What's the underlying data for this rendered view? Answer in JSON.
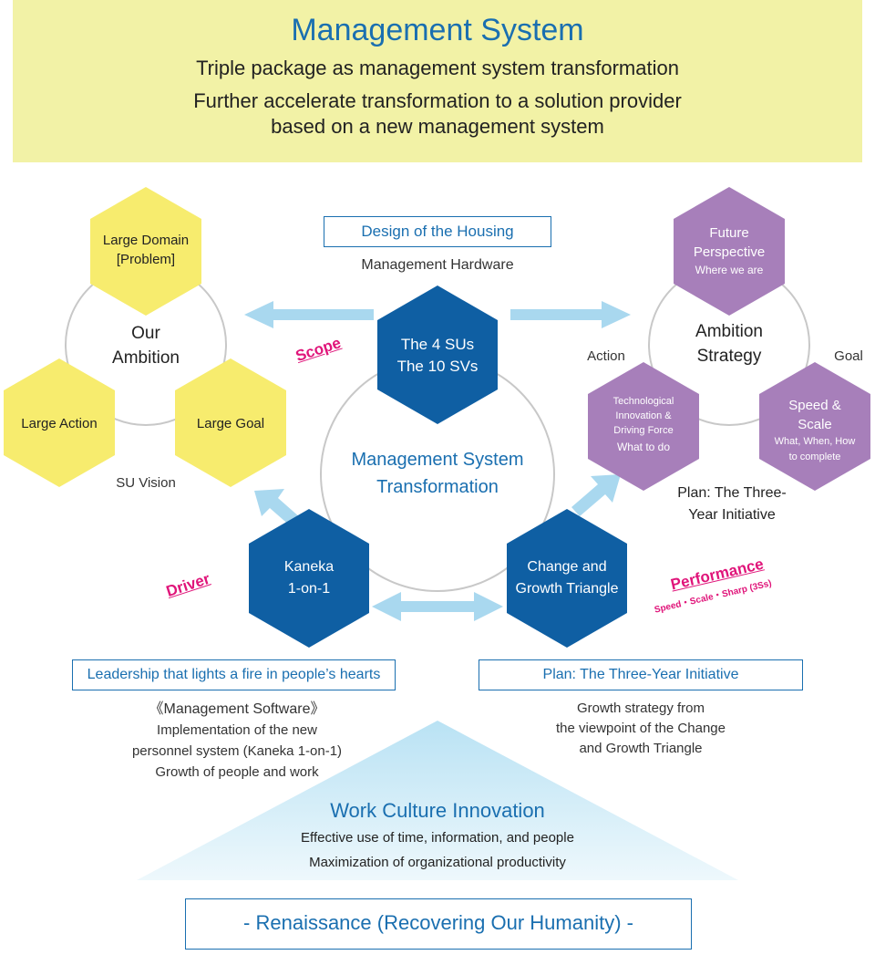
{
  "header": {
    "title": "Management System",
    "subtitle": "Triple package as management system transformation",
    "subtitle2_line1": "Further accelerate transformation to a solution provider",
    "subtitle2_line2": "based on a new management system"
  },
  "top_box": {
    "label": "Design of the Housing",
    "caption": "Management Hardware"
  },
  "center": {
    "hex_line1": "The 4 SUs",
    "hex_line2": "The 10 SVs",
    "circle_line1": "Management System",
    "circle_line2": "Transformation",
    "scope": "Scope"
  },
  "left_cluster": {
    "circle_line1": "Our",
    "circle_line2": "Ambition",
    "hex_top_line1": "Large Domain",
    "hex_top_line2": "[Problem]",
    "hex_left": "Large Action",
    "hex_right": "Large Goal",
    "caption": "SU Vision"
  },
  "right_cluster": {
    "circle_line1": "Ambition",
    "circle_line2": "Strategy",
    "hex_top_line1": "Future",
    "hex_top_line2": "Perspective",
    "hex_top_line3": "Where we are",
    "hex_left_line1": "Technological",
    "hex_left_line2": "Innovation &",
    "hex_left_line3": "Driving Force",
    "hex_left_line4": "What to do",
    "hex_right_line1": "Speed &",
    "hex_right_line2": "Scale",
    "hex_right_line3": "What, When, How",
    "hex_right_line4": "to complete",
    "action": "Action",
    "goal": "Goal",
    "plan_line1": "Plan: The Three-",
    "plan_line2": "Year Initiative"
  },
  "bottom_left": {
    "hex_line1": "Kaneka",
    "hex_line2": "1-on-1",
    "driver": "Driver",
    "box_label": "Leadership that lights a fire in people’s hearts",
    "software": "《Management Software》",
    "desc_line1": "Implementation of the new",
    "desc_line2": "personnel system (Kaneka 1-on-1)",
    "desc_line3": "Growth of people and work"
  },
  "bottom_right": {
    "hex_line1": "Change and",
    "hex_line2": "Growth Triangle",
    "performance": "Performance",
    "performance_sub": "Speed・Scale・Sharp (3Ss)",
    "box_label": "Plan: The Three-Year Initiative",
    "desc_line1": "Growth strategy from",
    "desc_line2": "the viewpoint of the Change",
    "desc_line3": "and Growth Triangle"
  },
  "work_culture": {
    "title": "Work Culture Innovation",
    "line1": "Effective use of time, information, and people",
    "line2": "Maximization of organizational productivity"
  },
  "footer": {
    "label": "- Renaissance (Recovering Our Humanity) -"
  },
  "colors": {
    "blue": "#1a6fb0",
    "hex_blue": "#0f5fa3",
    "yellow": "#f7ec6e",
    "purple": "#a77fba",
    "arrow": "#a9d8ef",
    "pink": "#e0157a",
    "header_bg": "#f2f2a6"
  }
}
